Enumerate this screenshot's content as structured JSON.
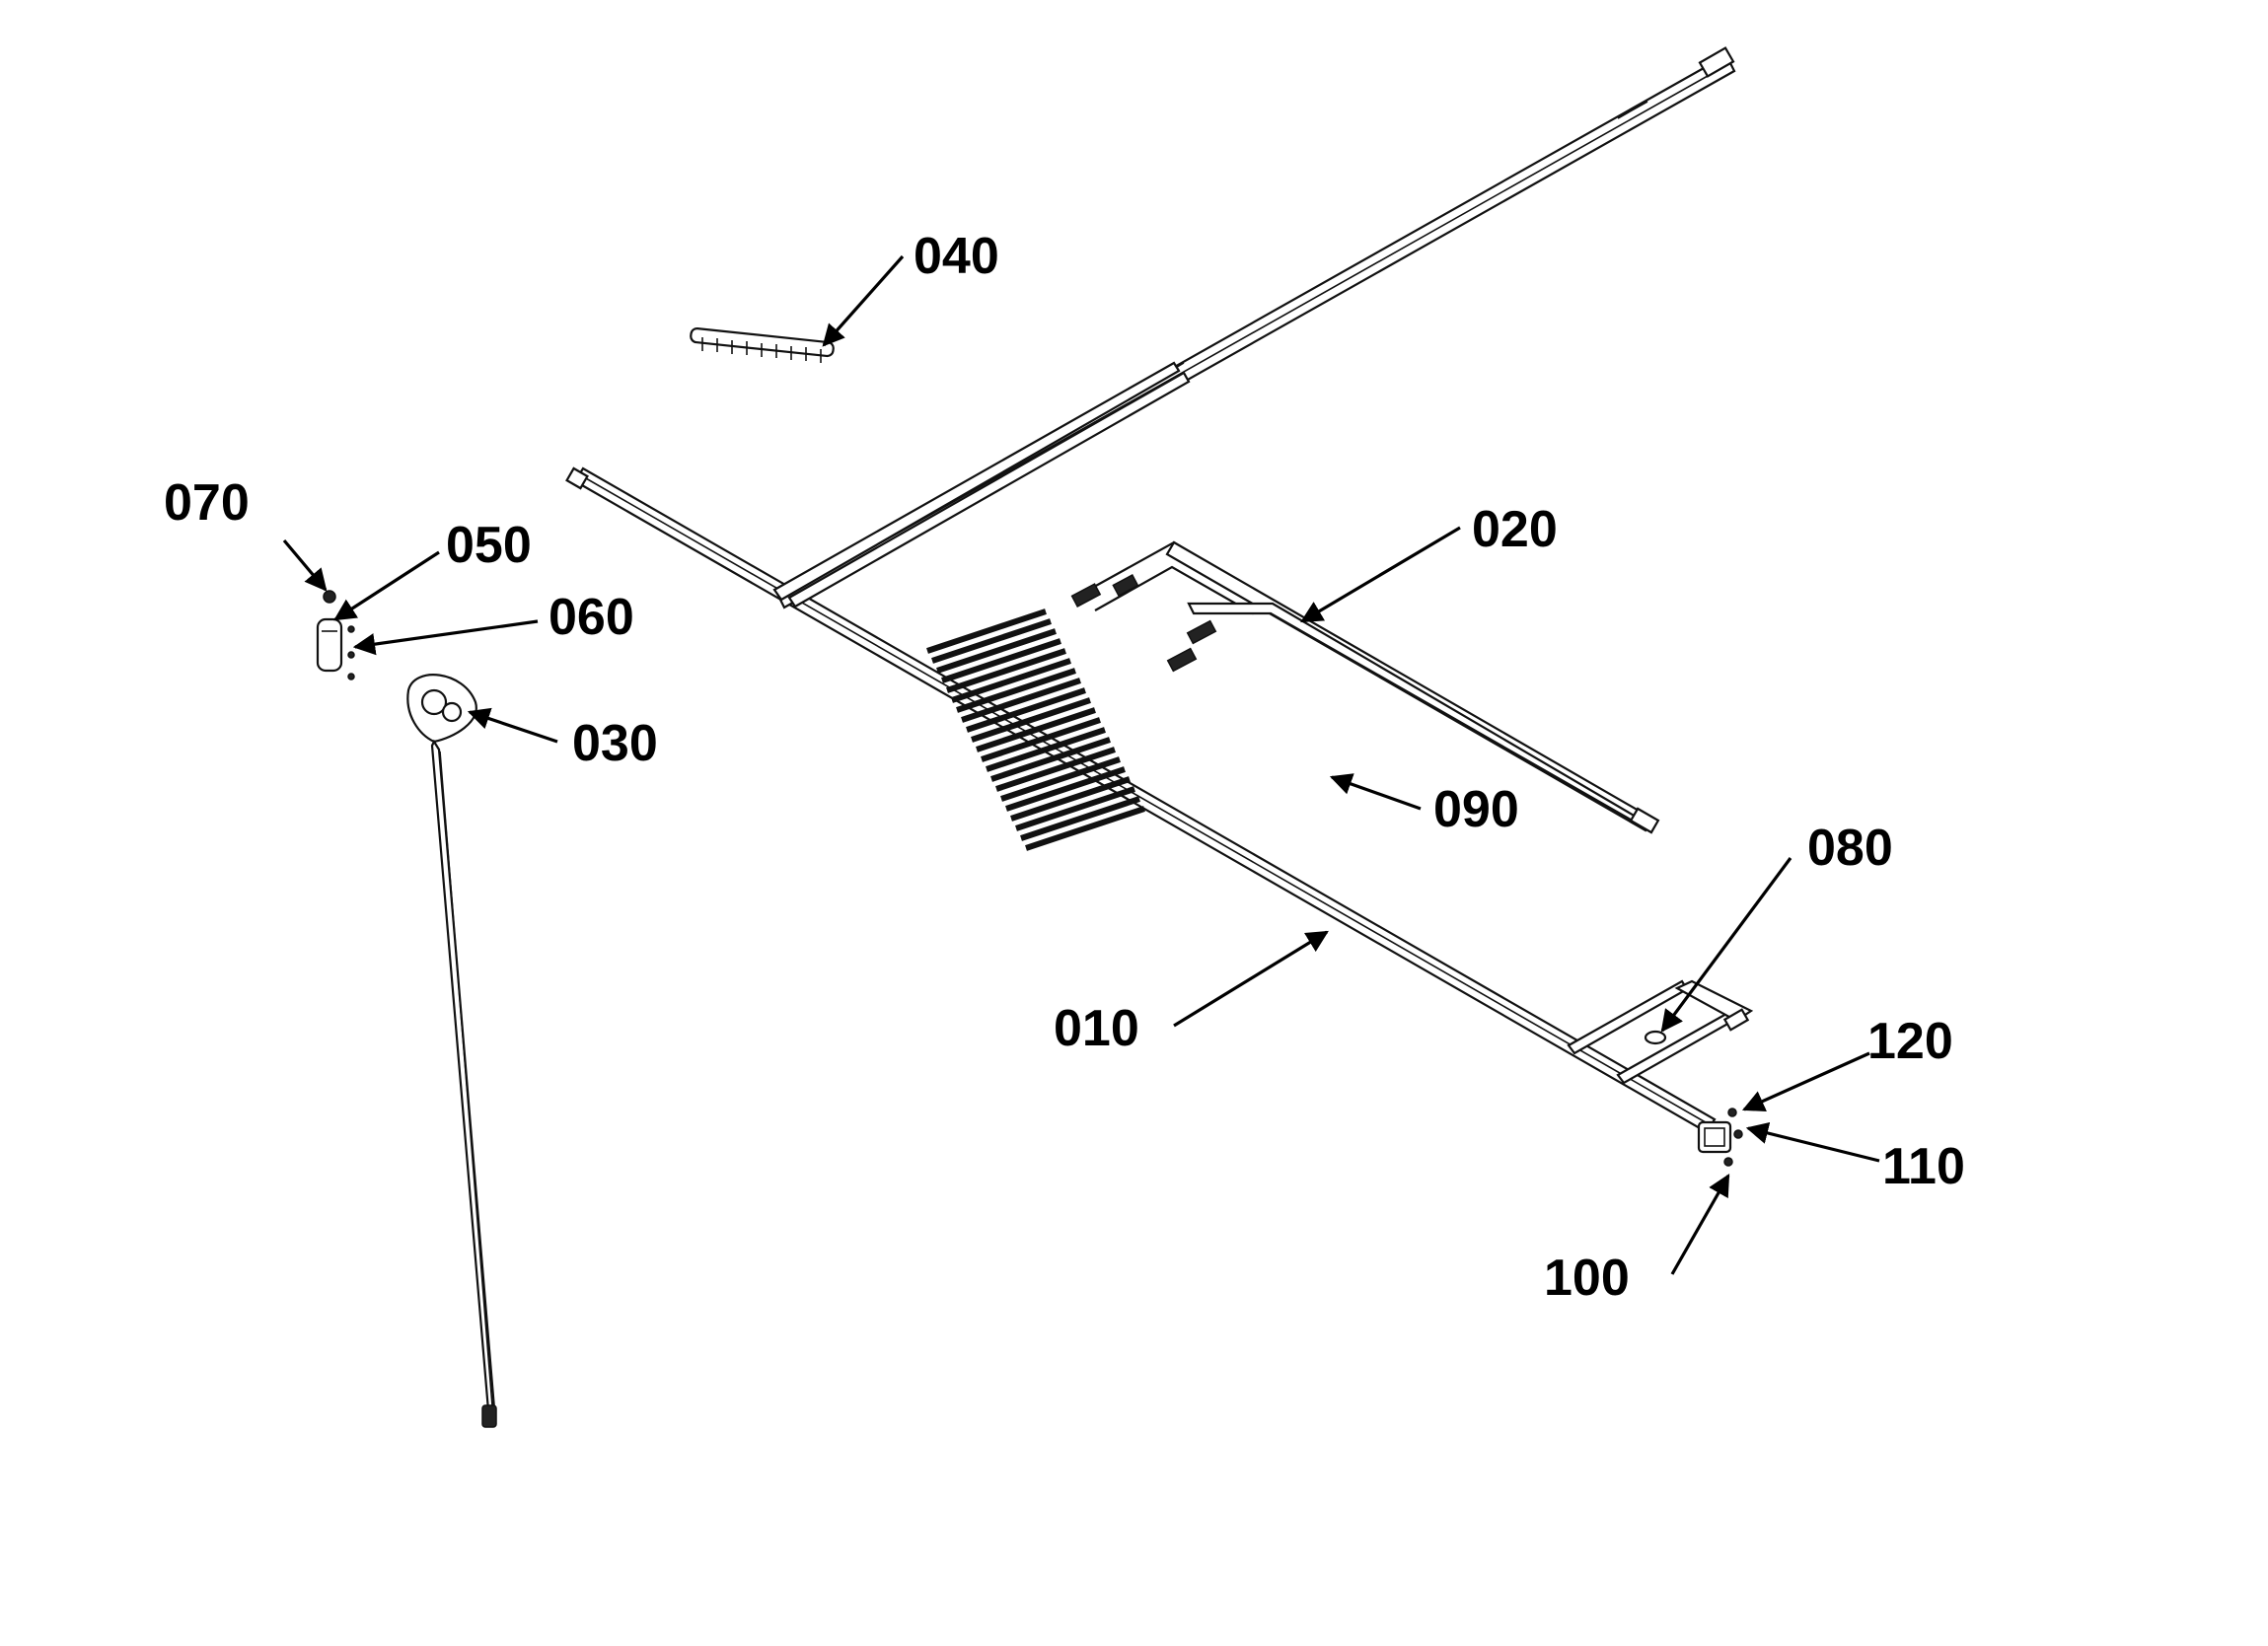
{
  "callouts": {
    "c010": "010",
    "c020": "020",
    "c030": "030",
    "c040": "040",
    "c050": "050",
    "c060": "060",
    "c070": "070",
    "c080": "080",
    "c090": "090",
    "c100": "100",
    "c110": "110",
    "c120": "120"
  }
}
